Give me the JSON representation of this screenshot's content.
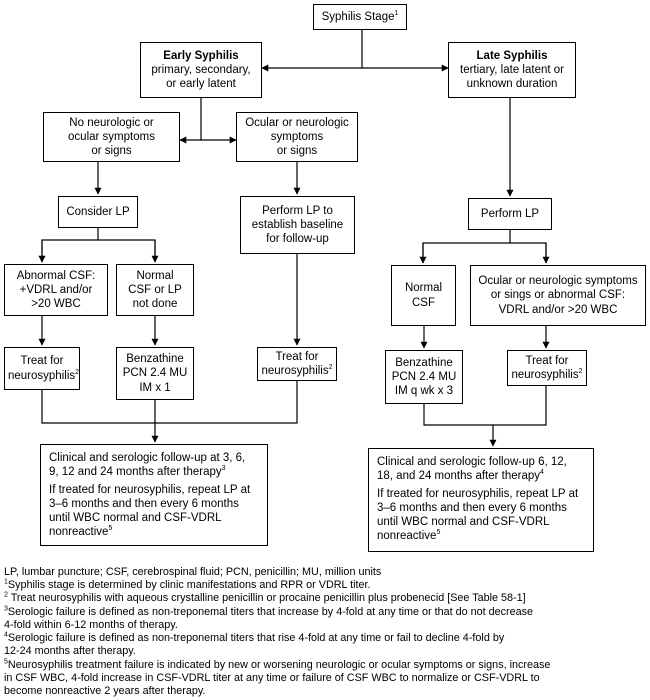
{
  "nodes": {
    "stage": {
      "lines": [
        "Syphilis Stage"
      ],
      "sup": "1"
    },
    "early": {
      "title": "Early Syphilis",
      "lines": [
        "primary, secondary,",
        "or early latent"
      ]
    },
    "late": {
      "title": "Late Syphilis",
      "lines": [
        "tertiary, late latent or",
        "unknown duration"
      ]
    },
    "no_neuro": {
      "lines": [
        "No neurologic or",
        "ocular symptoms",
        "or signs"
      ]
    },
    "ocular": {
      "lines": [
        "Ocular or neurologic",
        "symptoms",
        "or signs"
      ]
    },
    "consider_lp": {
      "lines": [
        "Consider LP"
      ]
    },
    "perform_lp_baseline": {
      "lines": [
        "Perform LP to",
        "establish baseline",
        "for follow-up"
      ]
    },
    "abnormal_csf": {
      "lines": [
        "Abnormal CSF:",
        "+VDRL and/or",
        ">20 WBC"
      ]
    },
    "normal_csf_left": {
      "lines": [
        "Normal",
        "CSF or LP",
        "not done"
      ]
    },
    "treat_1": {
      "lines": [
        "Treat for",
        "neurosyphilis"
      ],
      "sup": "2"
    },
    "benz_1": {
      "lines": [
        "Benzathine",
        "PCN 2.4 MU",
        "IM x 1"
      ]
    },
    "treat_2": {
      "lines": [
        "Treat for",
        "neurosyphilis"
      ],
      "sup": "2"
    },
    "perform_lp_late": {
      "lines": [
        "Perform LP"
      ]
    },
    "normal_csf_right": {
      "lines": [
        "Normal",
        "CSF"
      ]
    },
    "ocular_late": {
      "lines": [
        "Ocular or neurologic symptoms",
        "or sings or abnormal CSF:",
        "VDRL and/or >20 WBC"
      ]
    },
    "benz_2": {
      "lines": [
        "Benzathine",
        "PCN 2.4 MU",
        "IM q wk x 3"
      ]
    },
    "treat_3": {
      "lines": [
        "Treat for",
        "neurosyphilis"
      ],
      "sup": "2"
    },
    "followup_early": {
      "p1": [
        "Clinical and serologic follow-up at 3, 6,",
        "9, 12 and 24 months after therapy"
      ],
      "p1_sup": "3",
      "p2": [
        "If treated for neurosyphilis, repeat LP at",
        "3–6 months and then every 6 months",
        "until WBC normal and CSF-VDRL",
        "nonreactive"
      ],
      "p2_sup": "5"
    },
    "followup_late": {
      "p1": [
        "Clinical and serologic follow-up 6, 12,",
        "18, and 24 months after therapy"
      ],
      "p1_sup": "4",
      "p2": [
        "If treated for neurosyphilis, repeat LP at",
        "3–6 months and then every 6 months",
        "until WBC normal and CSF-VDRL",
        "nonreactive"
      ],
      "p2_sup": "5"
    }
  },
  "footnotes": {
    "abbrev": "LP, lumbar puncture; CSF, cerebrospinal fluid; PCN, penicillin; MU, million units",
    "notes": [
      {
        "sup": "1",
        "lines": [
          "Syphilis stage is determined by clinic manifestations and RPR or VDRL titer."
        ]
      },
      {
        "sup": "2",
        "lines": [
          " Treat neurosyphilis with aqueous crystalline penicillin or procaine penicillin plus probenecid [See Table 58-1]"
        ]
      },
      {
        "sup": "3",
        "lines": [
          "Serologic failure is defined as non-treponemal titers that increase by 4-fold at any time or that do not decrease",
          "4-fold within 6-12 months of therapy."
        ]
      },
      {
        "sup": "4",
        "lines": [
          "Serologic failure is defined as non-treponemal titers that rise 4-fold at any time or fail to decline 4-fold by",
          "12-24 months after therapy."
        ]
      },
      {
        "sup": "5",
        "lines": [
          "Neurosyphilis treatment failure is indicated by new or worsening neurologic or ocular symptoms or signs, increase",
          "in CSF WBC, 4-fold increase in CSF-VDRL titer at any time or failure of CSF WBC to normalize or CSF-VDRL to",
          "become nonreactive 2 years after therapy."
        ]
      }
    ]
  }
}
